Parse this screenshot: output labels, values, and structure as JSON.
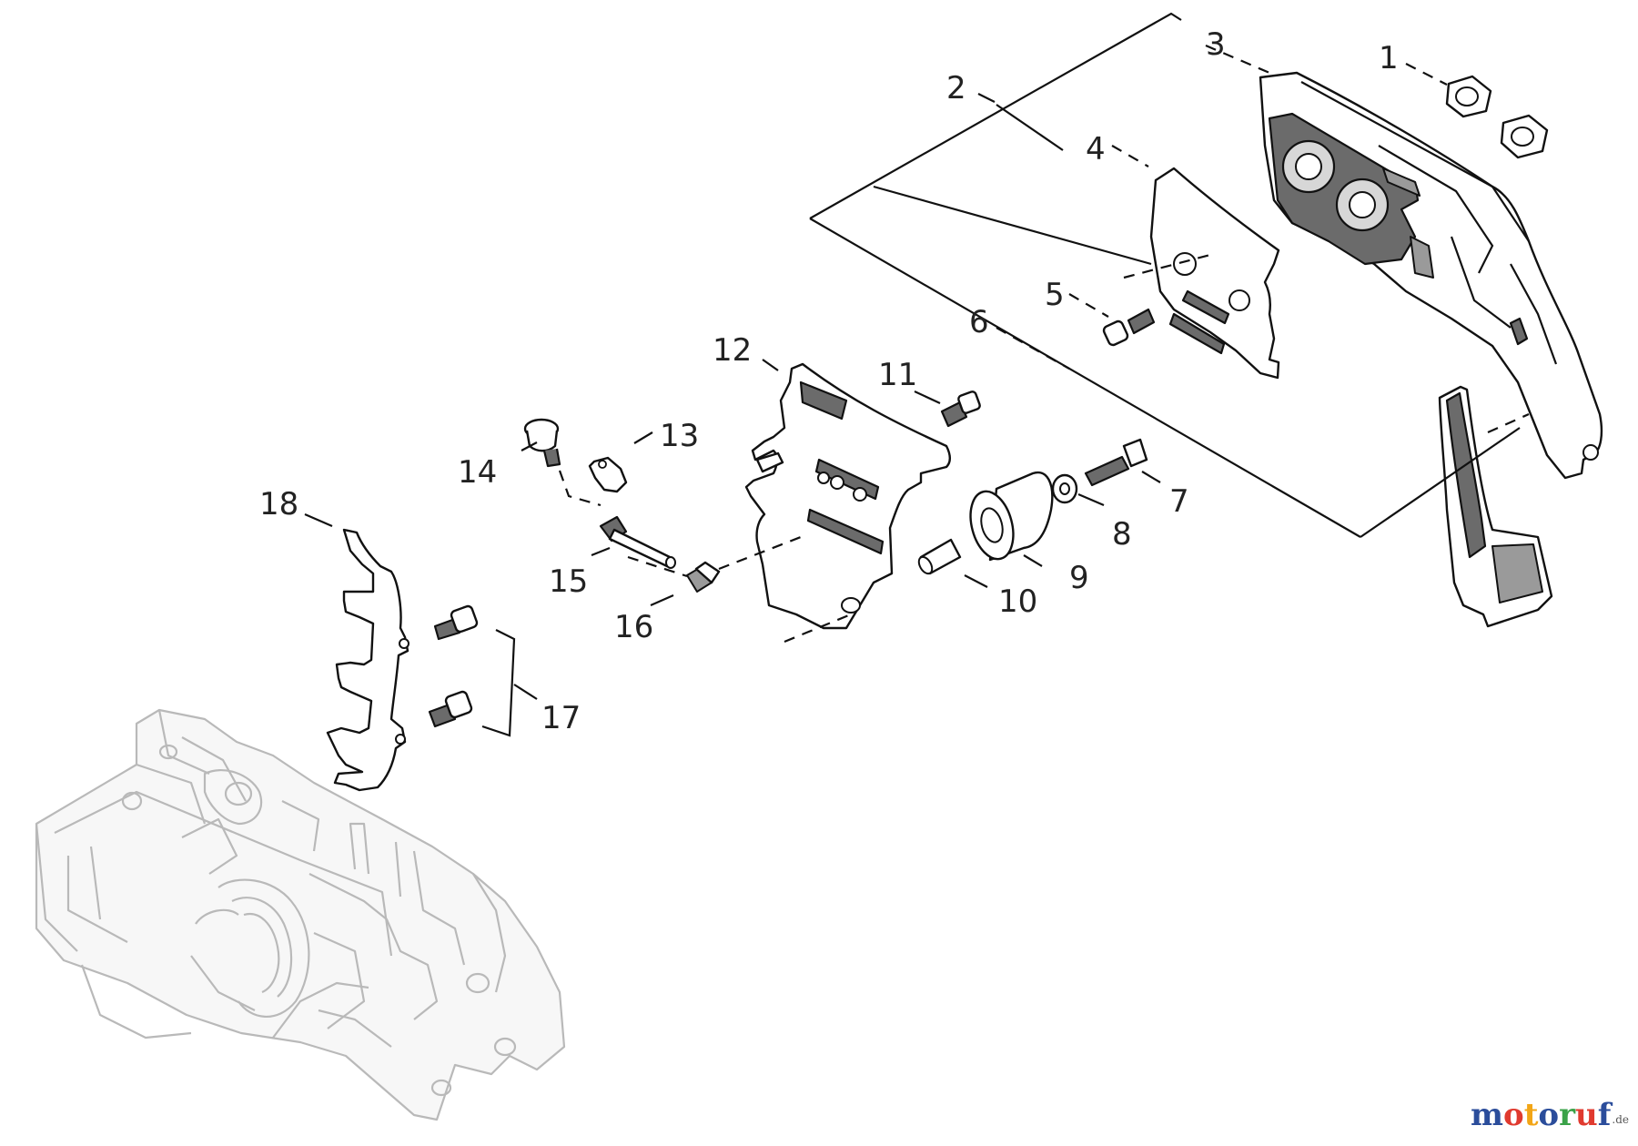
{
  "diagram": {
    "callouts": [
      {
        "id": 1,
        "text": "1"
      },
      {
        "id": 2,
        "text": "2"
      },
      {
        "id": 3,
        "text": "3"
      },
      {
        "id": 4,
        "text": "4"
      },
      {
        "id": 5,
        "text": "5"
      },
      {
        "id": 6,
        "text": "6"
      },
      {
        "id": 7,
        "text": "7"
      },
      {
        "id": 8,
        "text": "8"
      },
      {
        "id": 9,
        "text": "9"
      },
      {
        "id": 10,
        "text": "10"
      },
      {
        "id": 11,
        "text": "11"
      },
      {
        "id": 12,
        "text": "12"
      },
      {
        "id": 13,
        "text": "13"
      },
      {
        "id": 14,
        "text": "14"
      },
      {
        "id": 15,
        "text": "15"
      },
      {
        "id": 16,
        "text": "16"
      },
      {
        "id": 17,
        "text": "17"
      },
      {
        "id": 18,
        "text": "18"
      }
    ]
  },
  "watermark": {
    "letters": [
      {
        "ch": "m",
        "color": "#2b4d9b"
      },
      {
        "ch": "o",
        "color": "#e03a2f"
      },
      {
        "ch": "t",
        "color": "#f2a516"
      },
      {
        "ch": "o",
        "color": "#2b4d9b"
      },
      {
        "ch": "r",
        "color": "#3aa248"
      },
      {
        "ch": "u",
        "color": "#e03a2f"
      },
      {
        "ch": "f",
        "color": "#2b4d9b"
      }
    ],
    "tld": ".de"
  }
}
